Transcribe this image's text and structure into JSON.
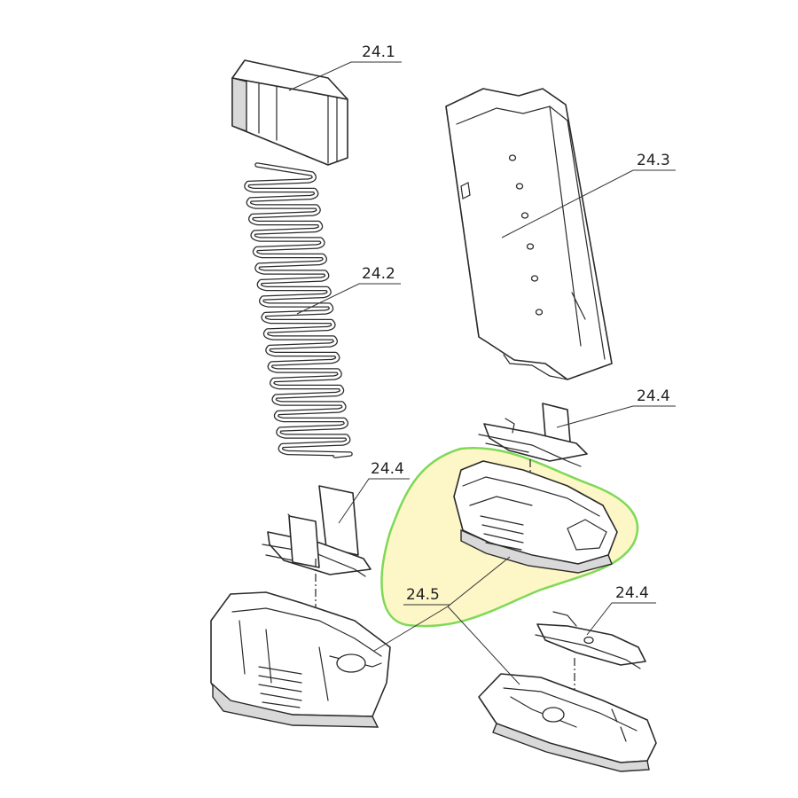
{
  "callouts": {
    "follower": "24.1",
    "spring": "24.2",
    "tube": "24.3",
    "insert_top": "24.4",
    "insert_left": "24.4",
    "insert_bottom": "24.4",
    "floorplate": "24.5"
  },
  "colors": {
    "highlight_fill": "#fdf6c6",
    "highlight_stroke": "#7ed957",
    "line": "#2a2a2a"
  }
}
